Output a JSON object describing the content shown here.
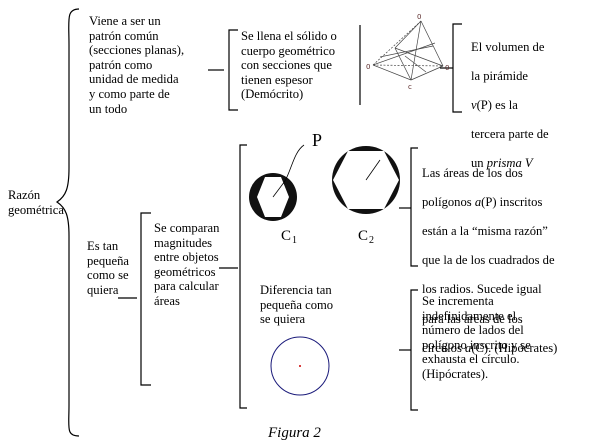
{
  "diagram": {
    "root_label": "Razón\ngeométrica",
    "branch_upper": "Viene a ser  un\npatrón común\n(secciones planas),\npatrón como\nunidad de medida\ny como parte de\nun todo",
    "branch_lower": "Es tan\npequeña\ncomo se\nquiera",
    "democrito": "Se llena el sólido o\ncuerpo geométrico\ncon secciones que\ntienen espesor\n(Demócrito)",
    "volume": {
      "line1": "El volumen de",
      "line2": "la pirámide",
      "v": "v",
      "p": "(P) es la",
      "line4": "tercera parte de",
      "un": "un ",
      "prism": "prisma V"
    },
    "compare": "Se comparan\nmagnitudes\nentre objetos\ngeométricos\npara calcular\náreas",
    "areas": {
      "p1": "Las áreas de los dos",
      "p2": "polígonos ",
      "aP": "a",
      "p3": "(P) inscritos",
      "p4": "están a la “misma razón”",
      "p5": "que la de los cuadrados de",
      "p6": "los radios. Sucede igual",
      "p7": "para las áreas de los",
      "p8": "círculos ",
      "aC": "a",
      "p9": "(C). (Hipócrates)"
    },
    "difference": "Diferencia tan\npequeña como\nse quiera",
    "exhaust": "Se incrementa\nindefinidamente el\nnúmero de lados del\npolígono inscrito y se\nexhausta el círculo.\n(Hipócrates).",
    "label_P": "P",
    "label_C1": "C",
    "label_C1_sub": "1",
    "label_C2": "C",
    "label_C2_sub": "2",
    "pyramid_labels": [
      "0",
      "0",
      "0",
      "c"
    ]
  },
  "caption": "Figura 2"
}
